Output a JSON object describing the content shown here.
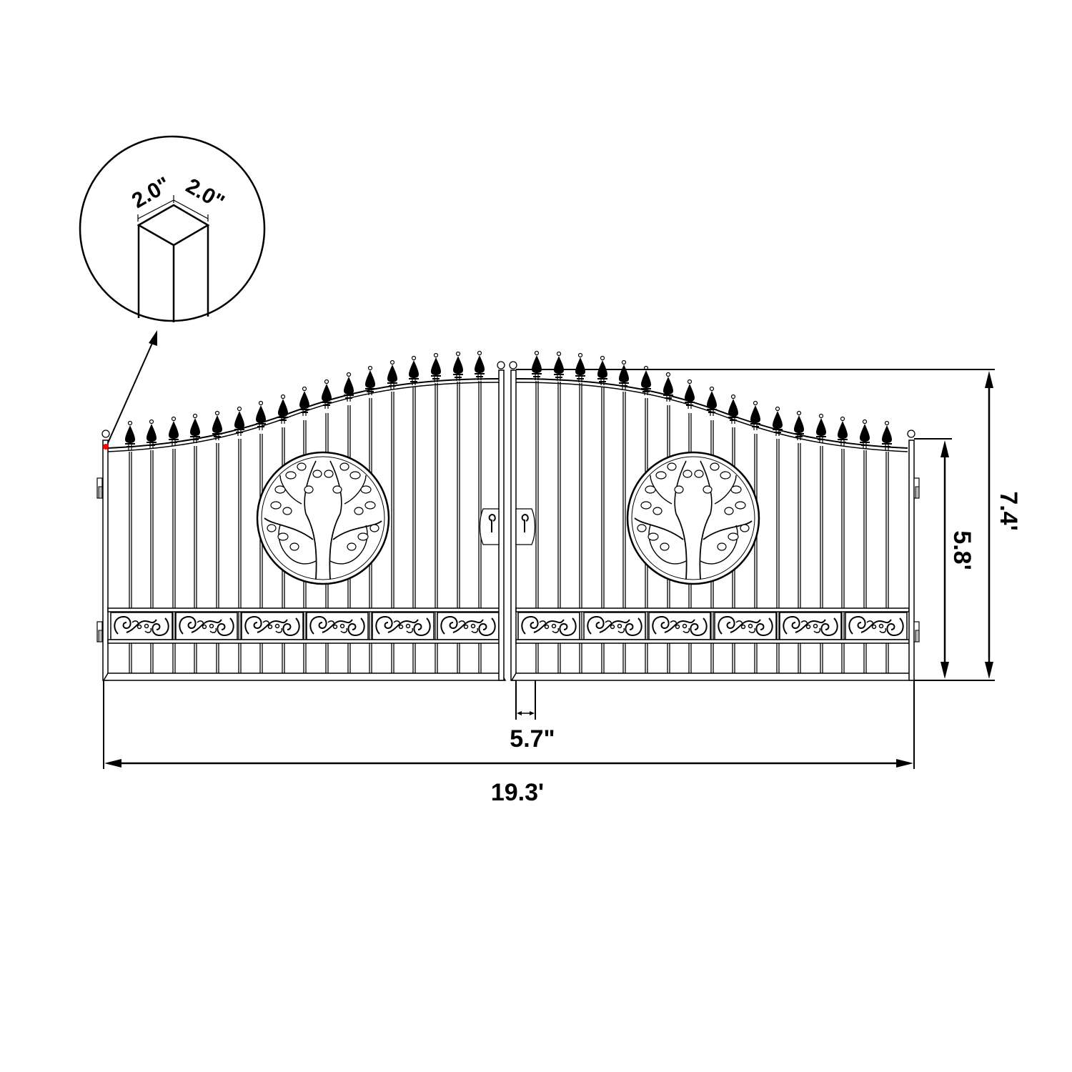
{
  "diagram": {
    "subject": "Double driveway gate dimension drawing",
    "background_color": "#ffffff",
    "line_color": "#000000",
    "marker_color": "#ff0000"
  },
  "post_detail": {
    "label": "Post cross-section callout",
    "width_label": "2.0\"",
    "depth_label": "2.0\""
  },
  "dimensions": {
    "total_width": "19.3'",
    "gap_between_leaves": "5.7\"",
    "height_at_posts": "5.8'",
    "height_at_peak": "7.4'"
  },
  "gate": {
    "leaves": [
      {
        "name": "left-leaf",
        "spikes": 17,
        "hinges": 2,
        "scroll_panels": 6,
        "medallion": "tree-of-life"
      },
      {
        "name": "right-leaf",
        "spikes": 17,
        "hinges": 2,
        "scroll_panels": 6,
        "medallion": "tree-of-life"
      }
    ],
    "center_latch": "ornamental-latch-plates"
  }
}
